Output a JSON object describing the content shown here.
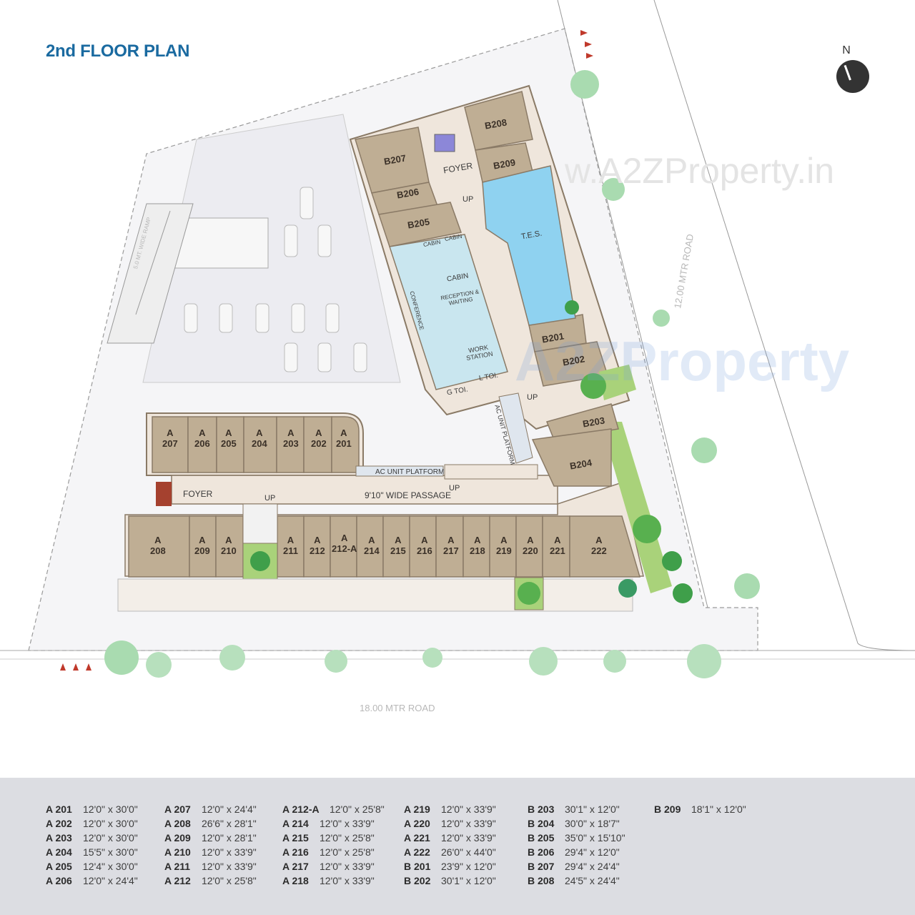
{
  "header": {
    "title": "2nd FLOOR PLAN",
    "compass_label": "N"
  },
  "watermarks": {
    "url": "w.A2ZProperty.in",
    "brand": "A2ZProperty"
  },
  "roads": {
    "south": "18.00 MTR ROAD",
    "east": "12.00 MTR ROAD",
    "ramp": "5.0 MT. WIDE RAMP"
  },
  "plan": {
    "block_a": {
      "north_units": [
        "A 207",
        "A 206",
        "A 205",
        "A 204",
        "A 203",
        "A 202",
        "A 201"
      ],
      "south_units": [
        "A 208",
        "A 209",
        "A 210",
        "A 211",
        "A 212",
        "A 212-A",
        "A 214",
        "A 215",
        "A 216",
        "A 217",
        "A 218",
        "A 219",
        "A 220",
        "A 221",
        "A 222"
      ],
      "foyer": "FOYER",
      "passage": "9'10\" WIDE PASSAGE",
      "ac_platform": "AC UNIT PLATFORM",
      "up": "UP"
    },
    "block_b": {
      "units": [
        "B207",
        "B206",
        "B205",
        "B208",
        "B209",
        "B201",
        "B202",
        "B203",
        "B204"
      ],
      "foyer": "FOYER",
      "tes": "T.E.S.",
      "cabin": "CABIN",
      "conference": "CONFERENCE",
      "reception": "RECEPTION & WAITING",
      "work_station": "WORK STATION",
      "g_toi": "G TOI.",
      "l_toi": "L TOI.",
      "ac_platform": "AC UNIT PLATFORM",
      "up": "UP"
    }
  },
  "unit_table": {
    "columns": [
      [
        {
          "unit": "A 201",
          "size": "12'0\" x 30'0\""
        },
        {
          "unit": "A 202",
          "size": "12'0\" x 30'0\""
        },
        {
          "unit": "A 203",
          "size": "12'0\" x 30'0\""
        },
        {
          "unit": "A 204",
          "size": "15'5\" x 30'0\""
        },
        {
          "unit": "A 205",
          "size": "12'4\" x 30'0\""
        },
        {
          "unit": "A 206",
          "size": "12'0\" x 24'4\""
        }
      ],
      [
        {
          "unit": "A 207",
          "size": "12'0\" x 24'4\""
        },
        {
          "unit": "A 208",
          "size": "26'6\" x 28'1\""
        },
        {
          "unit": "A 209",
          "size": "12'0\" x 28'1\""
        },
        {
          "unit": "A 210",
          "size": "12'0\" x 33'9\""
        },
        {
          "unit": "A 211",
          "size": "12'0\" x 33'9\""
        },
        {
          "unit": "A 212",
          "size": "12'0\" x 25'8\""
        }
      ],
      [
        {
          "unit": "A 212-A",
          "size": "12'0\" x 25'8\""
        },
        {
          "unit": "A 214",
          "size": "12'0\" x 33'9\""
        },
        {
          "unit": "A 215",
          "size": "12'0\" x 25'8\""
        },
        {
          "unit": "A 216",
          "size": "12'0\" x 25'8\""
        },
        {
          "unit": "A 217",
          "size": "12'0\" x 33'9\""
        },
        {
          "unit": "A 218",
          "size": "12'0\" x 33'9\""
        }
      ],
      [
        {
          "unit": "A 219",
          "size": "12'0\" x 33'9\""
        },
        {
          "unit": "A 220",
          "size": "12'0\" x 33'9\""
        },
        {
          "unit": "A 221",
          "size": "12'0\" x 33'9\""
        },
        {
          "unit": "A 222",
          "size": "26'0\" x 44'0\""
        },
        {
          "unit": "B 201",
          "size": "23'9\" x 12'0\""
        },
        {
          "unit": "B 202",
          "size": "30'1\" x 12'0\""
        }
      ],
      [
        {
          "unit": "B 203",
          "size": "30'1\" x 12'0\""
        },
        {
          "unit": "B 204",
          "size": "30'0\" x 18'7\""
        },
        {
          "unit": "B 205",
          "size": "35'0\" x 15'10\""
        },
        {
          "unit": "B 206",
          "size": "29'4\" x 12'0\""
        },
        {
          "unit": "B 207",
          "size": "29'4\" x 24'4\""
        },
        {
          "unit": "B 208",
          "size": "24'5\" x 24'4\""
        }
      ],
      [
        {
          "unit": "B 209",
          "size": "18'1\" x 12'0\""
        }
      ]
    ]
  },
  "colors": {
    "title": "#1a6aa0",
    "unit_fill": "#bfae94",
    "unit_wall": "#8a7a66",
    "corridor": "#efe6dc",
    "office_fill": "#c9e6ef",
    "terrace_fill": "#8fd2f0",
    "garden": "#a9d27a",
    "legend_bg": "#dcdde2"
  }
}
